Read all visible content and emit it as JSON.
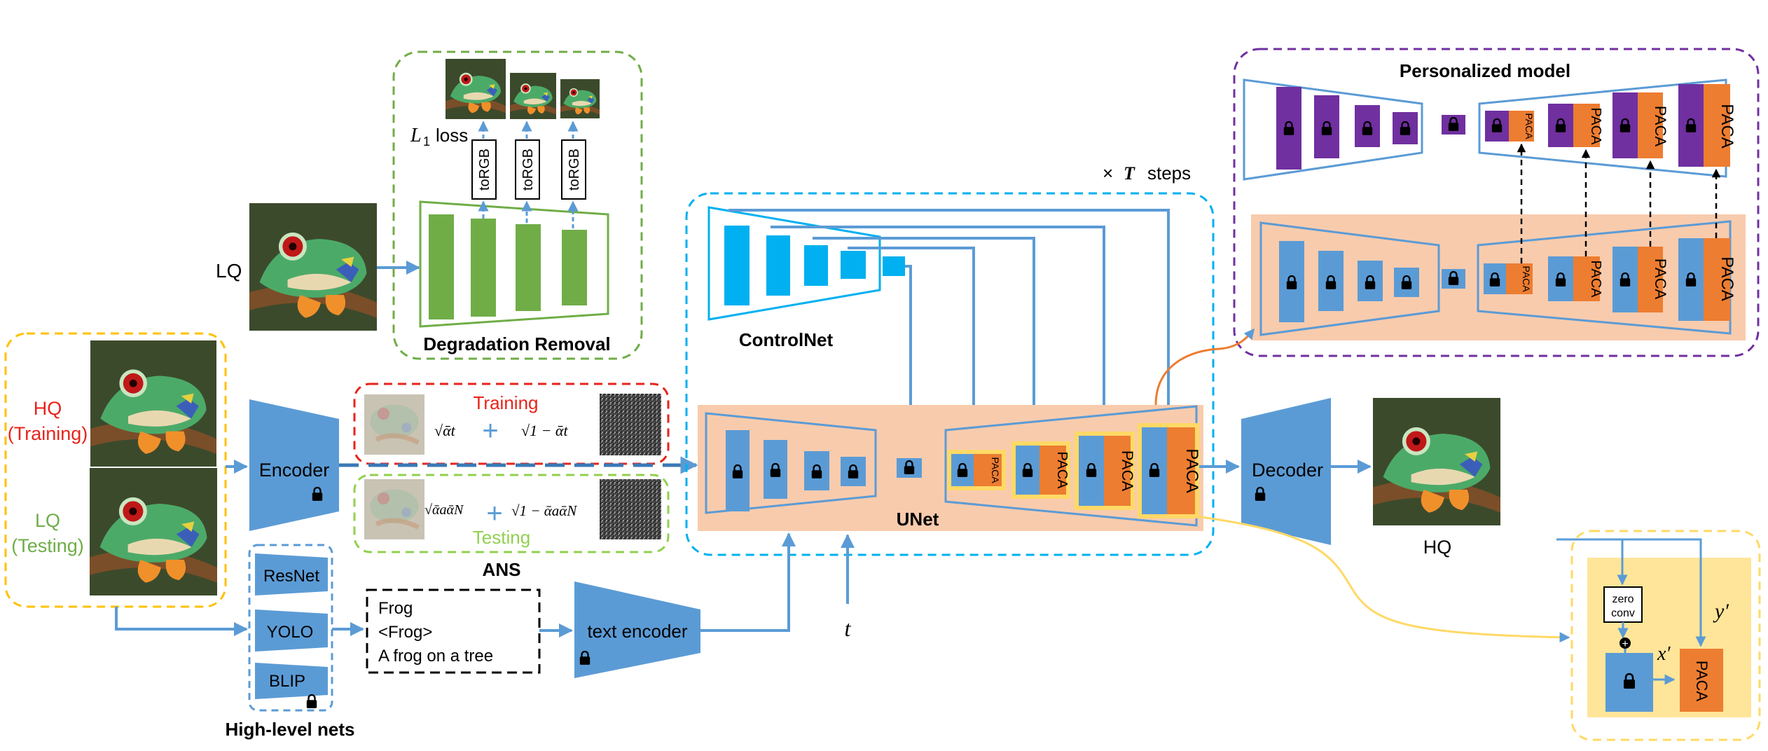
{
  "colors": {
    "blue": "#5b9bd5",
    "blue_dark": "#3a78b5",
    "cyan": "#00b0f0",
    "green": "#70ad47",
    "purple": "#7030a0",
    "orange": "#ed7d31",
    "peach": "#f8cbad",
    "yellow": "#ffd966",
    "red": "#e8231b",
    "light_green": "#92d050"
  },
  "labels": {
    "lq_input": "LQ",
    "degradation_removal": "Degradation Removal",
    "l1_loss_var": "L",
    "l1_loss_sub": "1",
    "l1_loss_word": "loss",
    "torgb": "toRGB",
    "controlnet": "ControlNet",
    "steps_prefix": "×",
    "steps_var": "T",
    "steps_word": "steps",
    "unet": "UNet",
    "personalized_model": "Personalized model",
    "paca": "PACA",
    "hq_training": [
      "HQ",
      "(Training)"
    ],
    "lq_testing": [
      "LQ",
      "(Testing)"
    ],
    "encoder": "Encoder",
    "decoder": "Decoder",
    "hq_output": "HQ",
    "training": "Training",
    "testing": "Testing",
    "ans": "ANS",
    "train_coef1": "√ᾱt",
    "train_coef2": "√1 − ᾱt",
    "test_coef1": "√ᾱaᾱN",
    "test_coef2": "√1 − ᾱaᾱN",
    "plus": "+",
    "resnet": "ResNet",
    "yolo": "YOLO",
    "blip": "BLIP",
    "high_level_nets": "High-level nets",
    "text_lines": [
      "Frog",
      "<Frog>",
      "A frog on a tree"
    ],
    "text_encoder": "text encoder",
    "t_var": "t",
    "zero_conv": [
      "zero",
      "conv"
    ],
    "x_prime": "x′",
    "y_prime": "y′"
  },
  "icons": [
    "lock-icon",
    "frog-image-icon",
    "noise-image-icon",
    "noisy-frog-image-icon"
  ]
}
